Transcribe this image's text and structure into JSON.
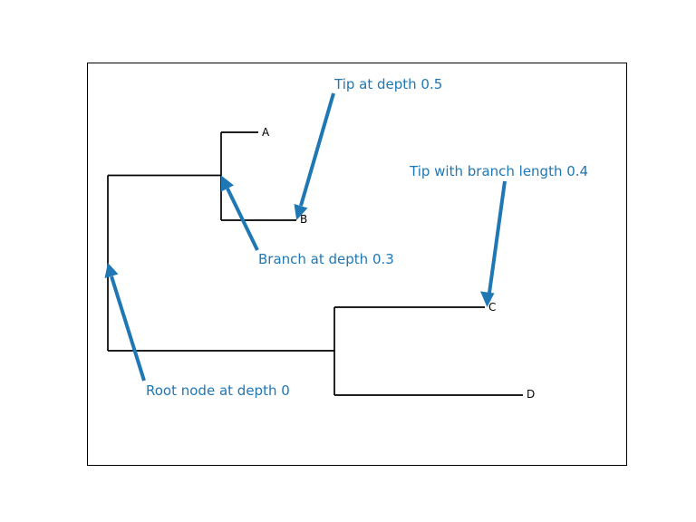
{
  "tree": {
    "tips": [
      {
        "name": "A"
      },
      {
        "name": "B"
      },
      {
        "name": "C"
      },
      {
        "name": "D"
      }
    ]
  },
  "annotations": {
    "tip_depth": "Tip at depth 0.5",
    "tip_branch": "Tip with branch length 0.4",
    "branch_depth": "Branch at depth 0.3",
    "root_node": "Root node at depth 0"
  },
  "colors": {
    "tree_line": "#000000",
    "annotation": "#1f77b4",
    "frame": "#000000"
  }
}
